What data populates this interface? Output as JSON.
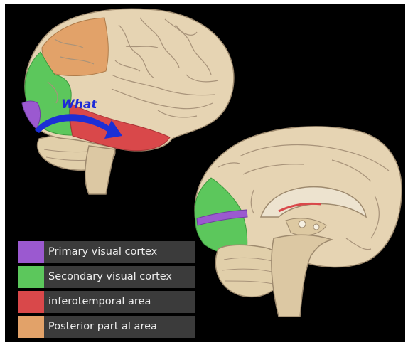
{
  "diagram": {
    "arrow_label": "What",
    "legend": [
      {
        "label": "Primary visual cortex",
        "color": "#9b59d0"
      },
      {
        "label": "Secondary visual cortex",
        "color": "#5cc75c"
      },
      {
        "label": "inferotemporal area",
        "color": "#d9484a"
      },
      {
        "label": "Posterior part al area",
        "color": "#e2a269"
      }
    ],
    "colors": {
      "background": "#000000",
      "brain": "#e6d4b3",
      "gyrus_line": "#a8937a",
      "stream_arrow": "#1c2fd6"
    }
  }
}
